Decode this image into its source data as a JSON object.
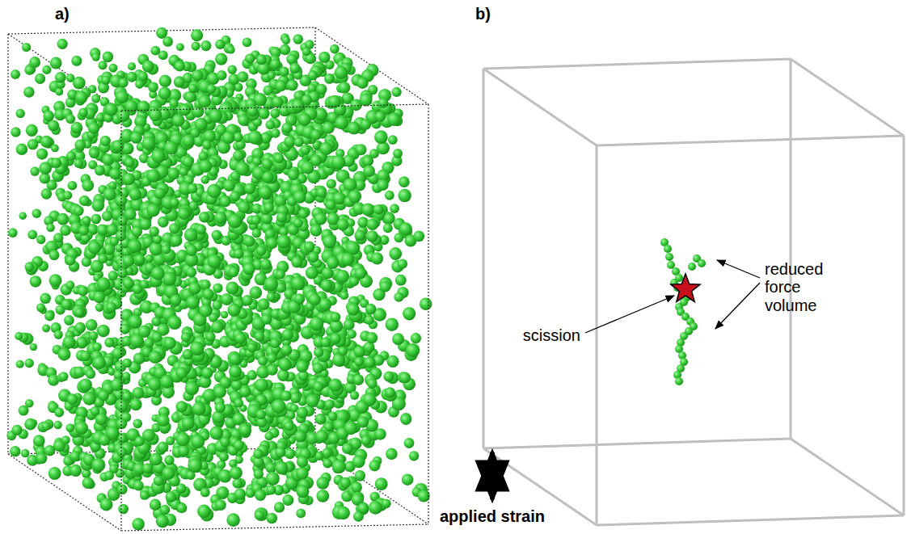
{
  "diagram": {
    "labels": [
      "a)",
      "b)",
      "scission",
      "reduced force volume",
      "applied strain"
    ]
  }
}
